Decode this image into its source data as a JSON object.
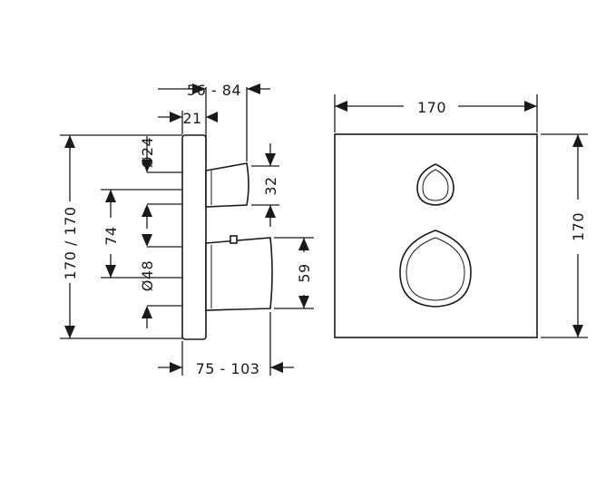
{
  "dimensions": {
    "depth_total": "56 - 84",
    "plate_depth": "21",
    "upper_diameter": "Ø24",
    "upper_height": "32",
    "spacing": "74",
    "lower_diameter": "Ø48",
    "lower_height": "59",
    "side_height": "170 / 170",
    "bottom_depth": "75 - 103",
    "front_width": "170",
    "front_height": "170"
  }
}
